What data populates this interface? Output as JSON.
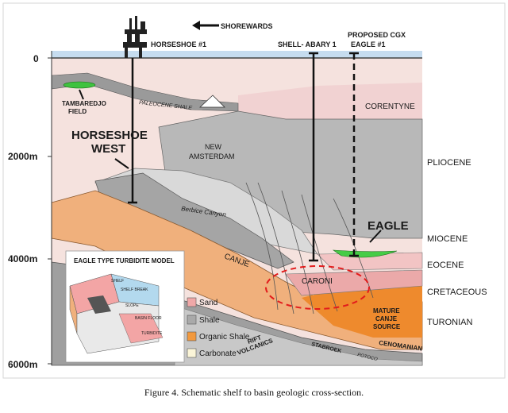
{
  "depth_axis": {
    "labels": [
      "0",
      "2000m",
      "4000m",
      "6000m"
    ]
  },
  "top_labels": {
    "shorewards": "SHOREWARDS",
    "horseshoe1": "HORSESHOE #1",
    "shell_abary_line1": "SHELL- ABARY 1",
    "cgx_line1": "PROPOSED CGX",
    "cgx_line2": "EAGLE #1"
  },
  "field_labels": {
    "tambaredjo_line1": "TAMBAREDJO",
    "tambaredjo_line2": "FIELD",
    "horseshoe_west_line1": "HORSESHOE",
    "horseshoe_west_line2": "WEST",
    "eagle": "EAGLE"
  },
  "unit_labels": {
    "paleocene_shale": "PALEOCENE SHALE",
    "corentyne": "CORENTYNE",
    "new_amsterdam_line1": "NEW",
    "new_amsterdam_line2": "AMSTERDAM",
    "berbice_canyon": "Berbice Canyon",
    "canje": "CANJE",
    "caroni": "CARONI",
    "mature_line1": "MATURE",
    "mature_line2": "CANJE",
    "mature_line3": "SOURCE",
    "rift_line1": "RIFT",
    "rift_line2": "VOLCANICS",
    "stabroek": "STABROEK",
    "potoco": "POTOCO",
    "cenomanian": "CENOMANIAN"
  },
  "age_labels": [
    "PLIOCENE",
    "MIOCENE",
    "EOCENE",
    "CRETACEOUS",
    "TURONIAN"
  ],
  "inset": {
    "title": "EAGLE TYPE TURBIDITE MODEL",
    "small_labels": {
      "shelf": "SHELF",
      "shelf_break": "SHELF BREAK",
      "slope": "SLOPE",
      "basin_floor": "BASIN FLOOR",
      "turbidite": "TURBIDITE"
    },
    "legend": [
      {
        "label": "Sand",
        "color": "#f0a8a8"
      },
      {
        "label": "Shale",
        "color": "#a9a9a9"
      },
      {
        "label": "Organic Shale",
        "color": "#f2993e"
      },
      {
        "label": "Carbonate",
        "color": "#fbf5d8"
      }
    ]
  },
  "caption": "Figure 4. Schematic shelf to basin geologic cross-section."
}
